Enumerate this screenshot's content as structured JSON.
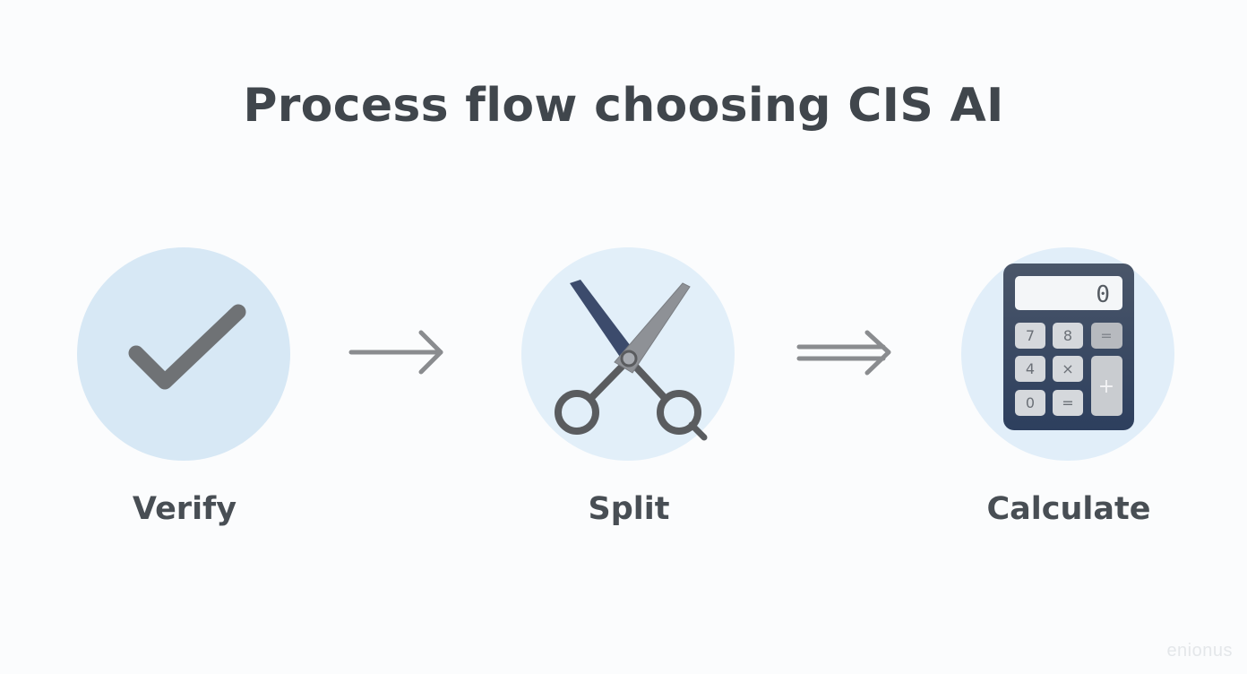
{
  "title": "Process flow choosing CIS AI",
  "steps": [
    {
      "label": "Verify",
      "icon": "checkmark-icon"
    },
    {
      "label": "Split",
      "icon": "scissors-icon"
    },
    {
      "label": "Calculate",
      "icon": "calculator-icon"
    }
  ],
  "connectors": [
    "single-arrow-icon",
    "double-arrow-icon"
  ],
  "calculator": {
    "display": "0",
    "keys": [
      "7",
      "8",
      "=",
      "4",
      "×",
      "0",
      "=",
      "+"
    ]
  },
  "watermark": "enionus",
  "colors": {
    "circle_fill": "#d8e9f6",
    "circle_fill_light": "#e3f0fa",
    "icon_gray": "#6e7174",
    "calculator_body": "#3a4a64",
    "title_text": "#40464c"
  }
}
